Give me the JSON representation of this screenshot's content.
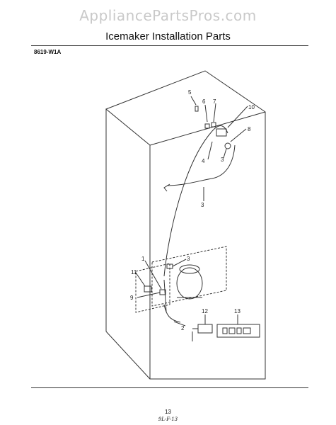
{
  "watermark": "AppliancePartsPros.com",
  "title": "Icemaker Installation Parts",
  "model_code": "8619-W1A",
  "callouts": [
    "1",
    "2",
    "3",
    "3",
    "3",
    "3",
    "4",
    "5",
    "6",
    "7",
    "8",
    "9",
    "10",
    "11",
    "12",
    "13"
  ],
  "page_number": "13",
  "handwritten_note": "9L-F-13"
}
